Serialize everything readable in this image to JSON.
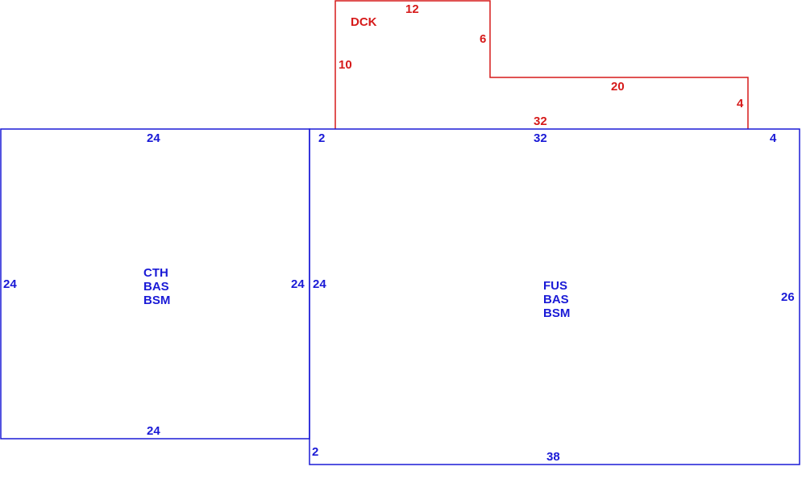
{
  "colors": {
    "main": "#1a1ad6",
    "deck": "#d61a1a",
    "background": "#ffffff"
  },
  "deck": {
    "name": "DCK",
    "dims": {
      "top": "12",
      "right_upper": "6",
      "left": "10",
      "step_top": "20",
      "right_lower": "4",
      "bottom": "32"
    }
  },
  "cth": {
    "lines": [
      "CTH",
      "BAS",
      "BSM"
    ],
    "dims": {
      "top": "24",
      "left": "24",
      "right": "24",
      "bottom": "24"
    }
  },
  "fus": {
    "lines": [
      "FUS",
      "BAS",
      "BSM"
    ],
    "dims": {
      "top": "32",
      "top_left": "2",
      "top_right": "4",
      "left": "24",
      "right": "26",
      "bottom": "38",
      "bottom_left": "2"
    }
  }
}
